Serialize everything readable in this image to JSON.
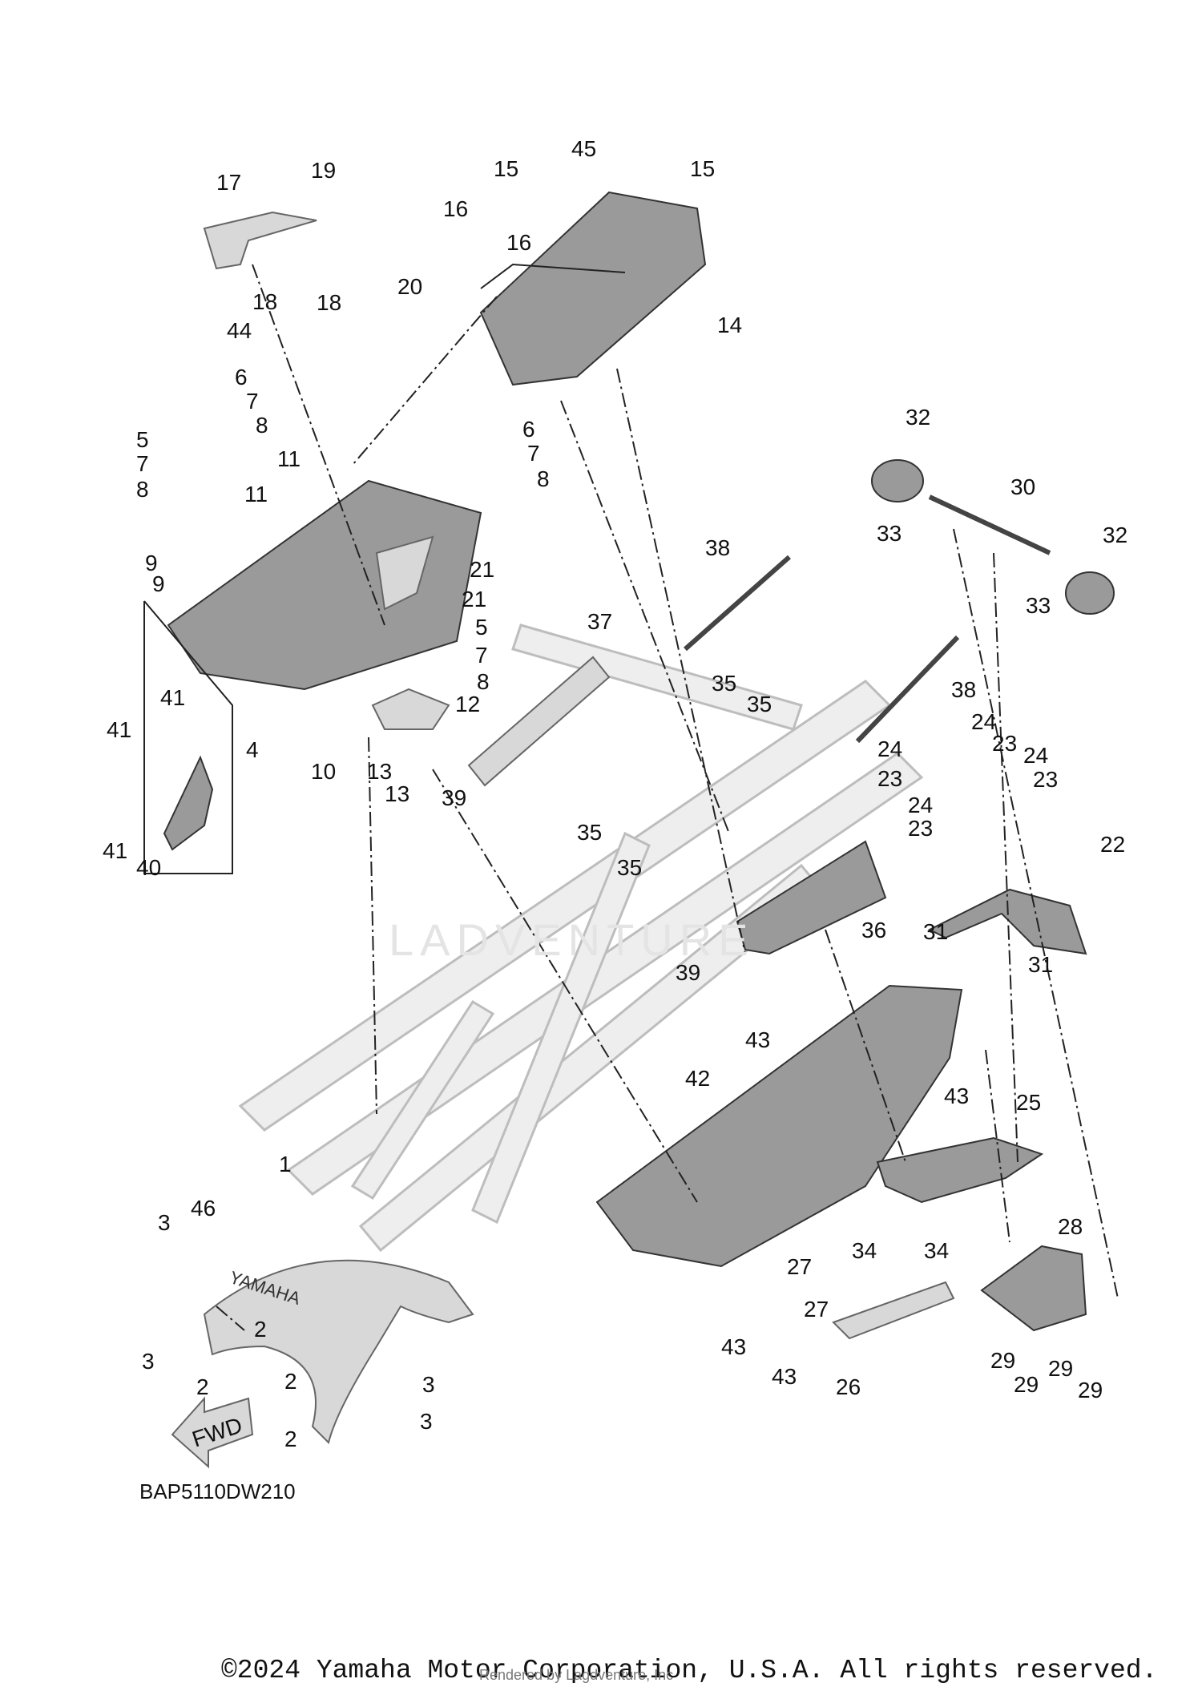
{
  "diagram": {
    "code": "BAP5110DW210",
    "copyright": "©2024 Yamaha Motor Corporation, U.S.A. All rights reserved.",
    "rendered_by": "Rendered by Lagdventure, Inc",
    "watermark": "LADVENTURE",
    "fender_brand": "YAMAHA",
    "fwd_arrow": "FWD",
    "callouts": {
      "c1": "1",
      "c2": "2",
      "c3": "3",
      "c4": "4",
      "c5": "5",
      "c6": "6",
      "c7": "7",
      "c8": "8",
      "c9": "9",
      "c10": "10",
      "c11": "11",
      "c12": "12",
      "c13": "13",
      "c14": "14",
      "c15": "15",
      "c16": "16",
      "c17": "17",
      "c18": "18",
      "c19": "19",
      "c20": "20",
      "c21": "21",
      "c22": "22",
      "c23": "23",
      "c24": "24",
      "c25": "25",
      "c26": "26",
      "c27": "27",
      "c28": "28",
      "c29": "29",
      "c30": "30",
      "c31": "31",
      "c32": "32",
      "c33": "33",
      "c34": "34",
      "c35": "35",
      "c36": "36",
      "c37": "37",
      "c38": "38",
      "c39": "39",
      "c40": "40",
      "c41": "41",
      "c42": "42",
      "c43": "43",
      "c44": "44",
      "c45": "45",
      "c46": "46"
    }
  }
}
